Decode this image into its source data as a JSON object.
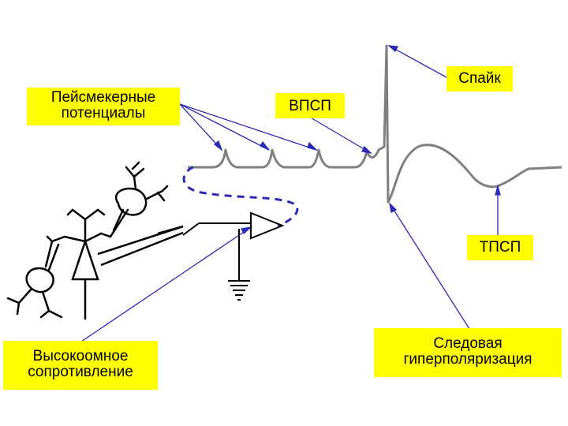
{
  "labels": {
    "pacemaker": "Пейсмекерные\nпотенциалы",
    "epsp": "ВПСП",
    "spike": "Спайк",
    "ipsp": "ТПСП",
    "high_impedance": "Высокоомное\nсопротивление",
    "afterhyperpolarization": "Следовая\nгиперполяризация"
  },
  "colors": {
    "label_background": "#ffff00",
    "pointer_lines": "#2b2bb3",
    "trace": "#7f7f7f",
    "neuron": "#000000",
    "electrode_lead": "#2b2bb3"
  },
  "icons": {
    "neuron": "neuron-with-dendrites",
    "amplifier": "amplifier-triangle",
    "ground": "ground-symbol",
    "electrode": "microelectrode"
  }
}
